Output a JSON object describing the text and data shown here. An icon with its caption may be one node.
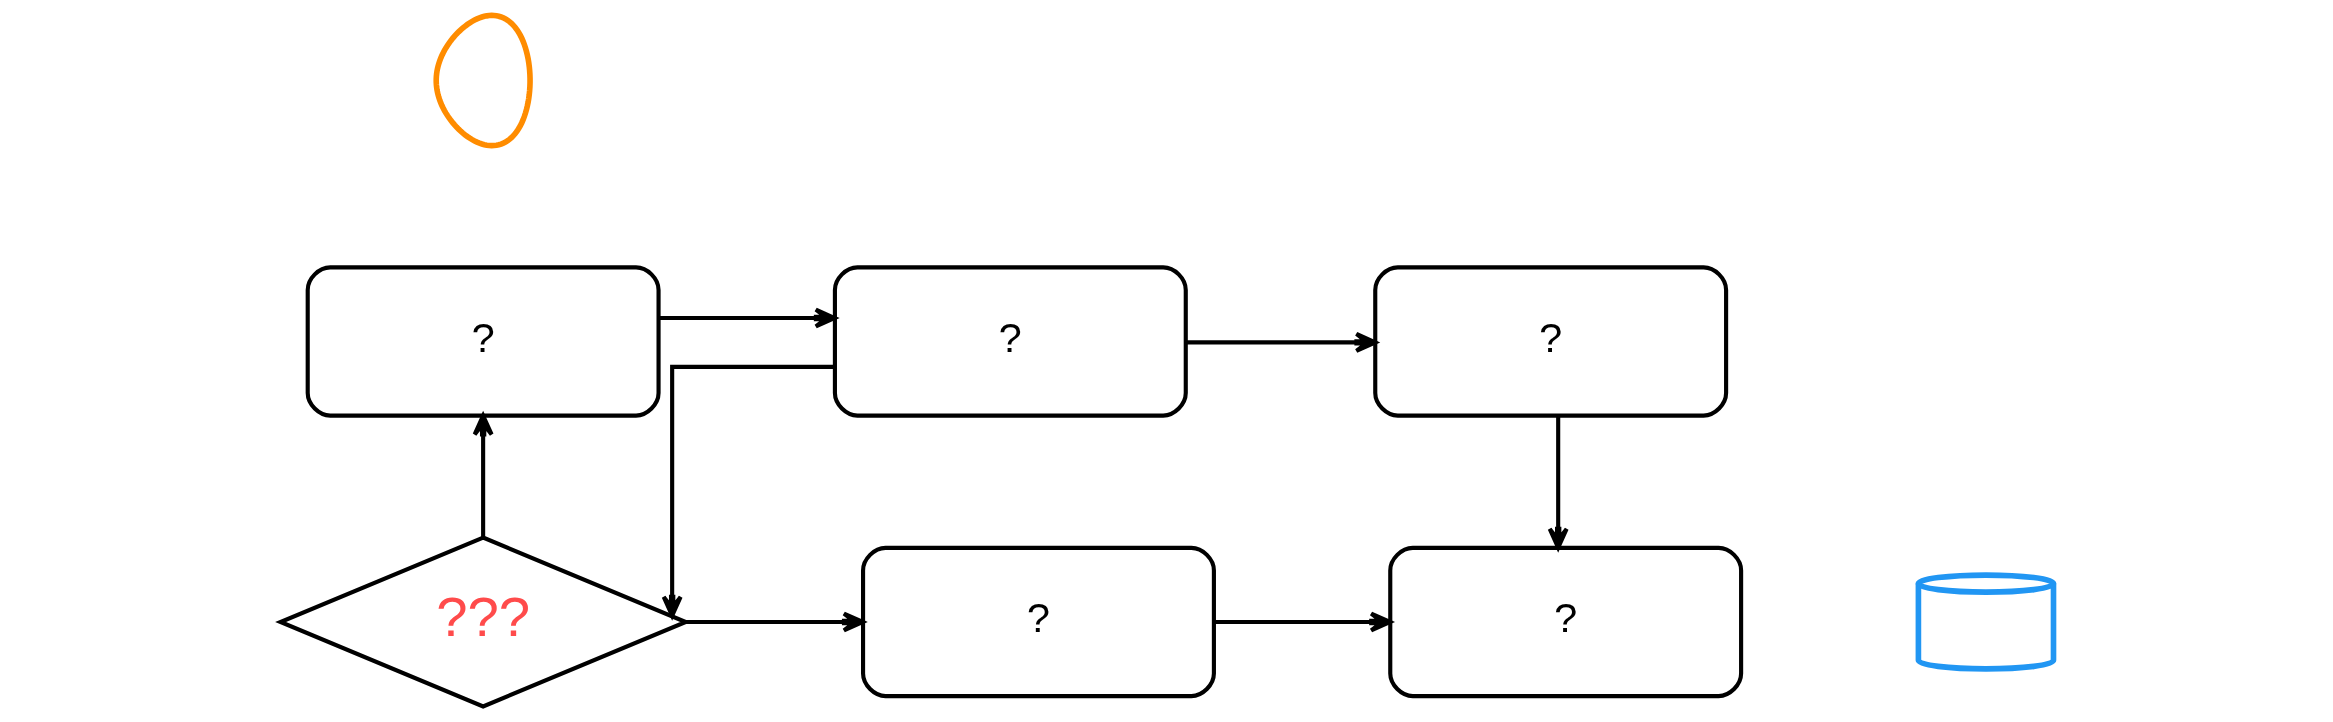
{
  "diagram": {
    "nodes": [
      {
        "text": [],
        "shape": "picture"
      },
      {
        "text": [
          "?"
        ]
      },
      {
        "text": [
          "?"
        ]
      },
      {
        "text": [
          "?"
        ]
      },
      {
        "text": [],
        "shape": "cylinder"
      },
      {
        "text": [
          "???"
        ]
      },
      {
        "text": [
          "?"
        ]
      },
      {
        "text": [
          "?"
        ]
      }
    ],
    "edges": [
      {
        "from": 1,
        "to": 2,
        "arrow": "to"
      },
      {
        "from": 2,
        "to": 3,
        "arrow": "to"
      },
      {
        "from": 3,
        "to": 7,
        "arrow": "to"
      },
      {
        "from": 2,
        "to": 5,
        "arrow": "to"
      },
      {
        "from": 5,
        "to": 1,
        "arrow": "to"
      },
      {
        "from": 5,
        "to": 6,
        "arrow": "to"
      },
      {
        "from": 6,
        "to": 7,
        "arrow": "to"
      }
    ]
  }
}
